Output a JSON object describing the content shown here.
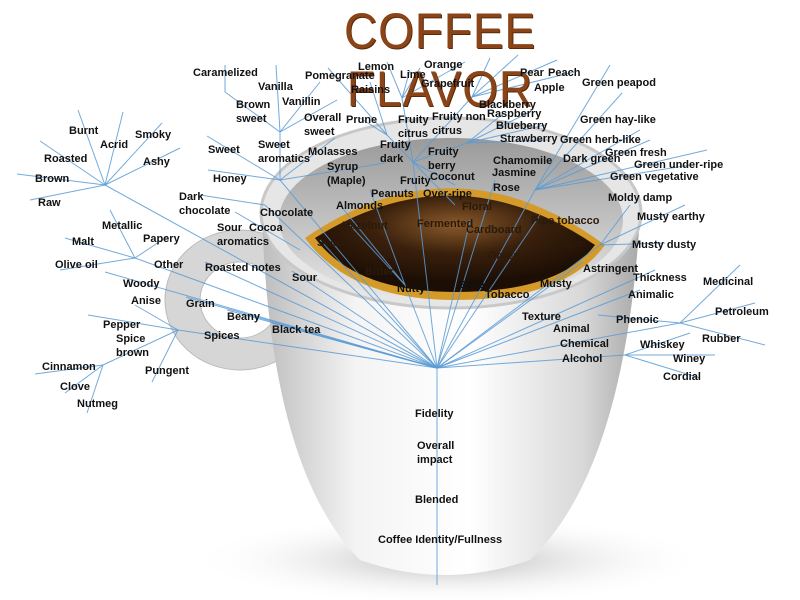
{
  "title": "COFFEE FLAVOR",
  "colors": {
    "title": "#8a4418",
    "lines": "#5b9bd5",
    "coffee": "#2a1608",
    "rim": "#d49a2a"
  },
  "labels": [
    "Caramelized",
    "Vanilla",
    "Pomegranate",
    "Lemon",
    "Orange",
    "Lime",
    "Grapefruit",
    "Pear",
    "Peach",
    "Apple",
    "Green peapod",
    "Raisins",
    "Vanillin",
    "Brown\nsweet",
    "Blackberry",
    "Raspberry",
    "Blueberry",
    "Overall\nsweet",
    "Prune",
    "Fruity\ncitrus",
    "Fruity non\ncitrus",
    "Green hay-like",
    "Burnt",
    "Smoky",
    "Acrid",
    "Strawberry",
    "Green herb-like",
    "Fruity\ndark",
    "Sweet\naromatics",
    "Sweet",
    "Molasses",
    "Fruity\nberry",
    "Green fresh",
    "Roasted",
    "Ashy",
    "Dark green",
    "Chamomile",
    "Green under-ripe",
    "Syrup\n(Maple)",
    "Jasmine",
    "Fruity",
    "Honey",
    "Brown",
    "Coconut",
    "Green vegetative",
    "Rose",
    "Peanuts",
    "Over-ripe",
    "Moldy damp",
    "Raw",
    "Dark\nchocolate",
    "Almonds",
    "Floral",
    "Chocolate",
    "Musty earthy",
    "Pipe tobacco",
    "Metallic",
    "Fermented",
    "Sour\naromatics",
    "Cocoa",
    "Hazelnut",
    "Cardboard",
    "Papery",
    "Malt",
    "Sweet",
    "Cigar",
    "Musty dusty",
    "Green",
    "Bitter",
    "Olive oil",
    "Other",
    "Roasted notes",
    "Astringent",
    "Sour",
    "Stale",
    "Thickness",
    "Medicinal",
    "Woody",
    "Nutty",
    "Musty",
    "Tobacco",
    "Animalic",
    "Anise",
    "Grain",
    "Petroleum",
    "Beany",
    "Texture",
    "Phenoic",
    "Pepper",
    "Black tea",
    "Spices",
    "Animal",
    "Spice\nbrown",
    "Chemical",
    "Rubber",
    "Whiskey",
    "Alcohol",
    "Winey",
    "Cinnamon",
    "Pungent",
    "Cordial",
    "Clove",
    "Nutmeg",
    "Fidelity",
    "Overall\nimpact",
    "Blended",
    "Coffee Identity/Fullness"
  ]
}
